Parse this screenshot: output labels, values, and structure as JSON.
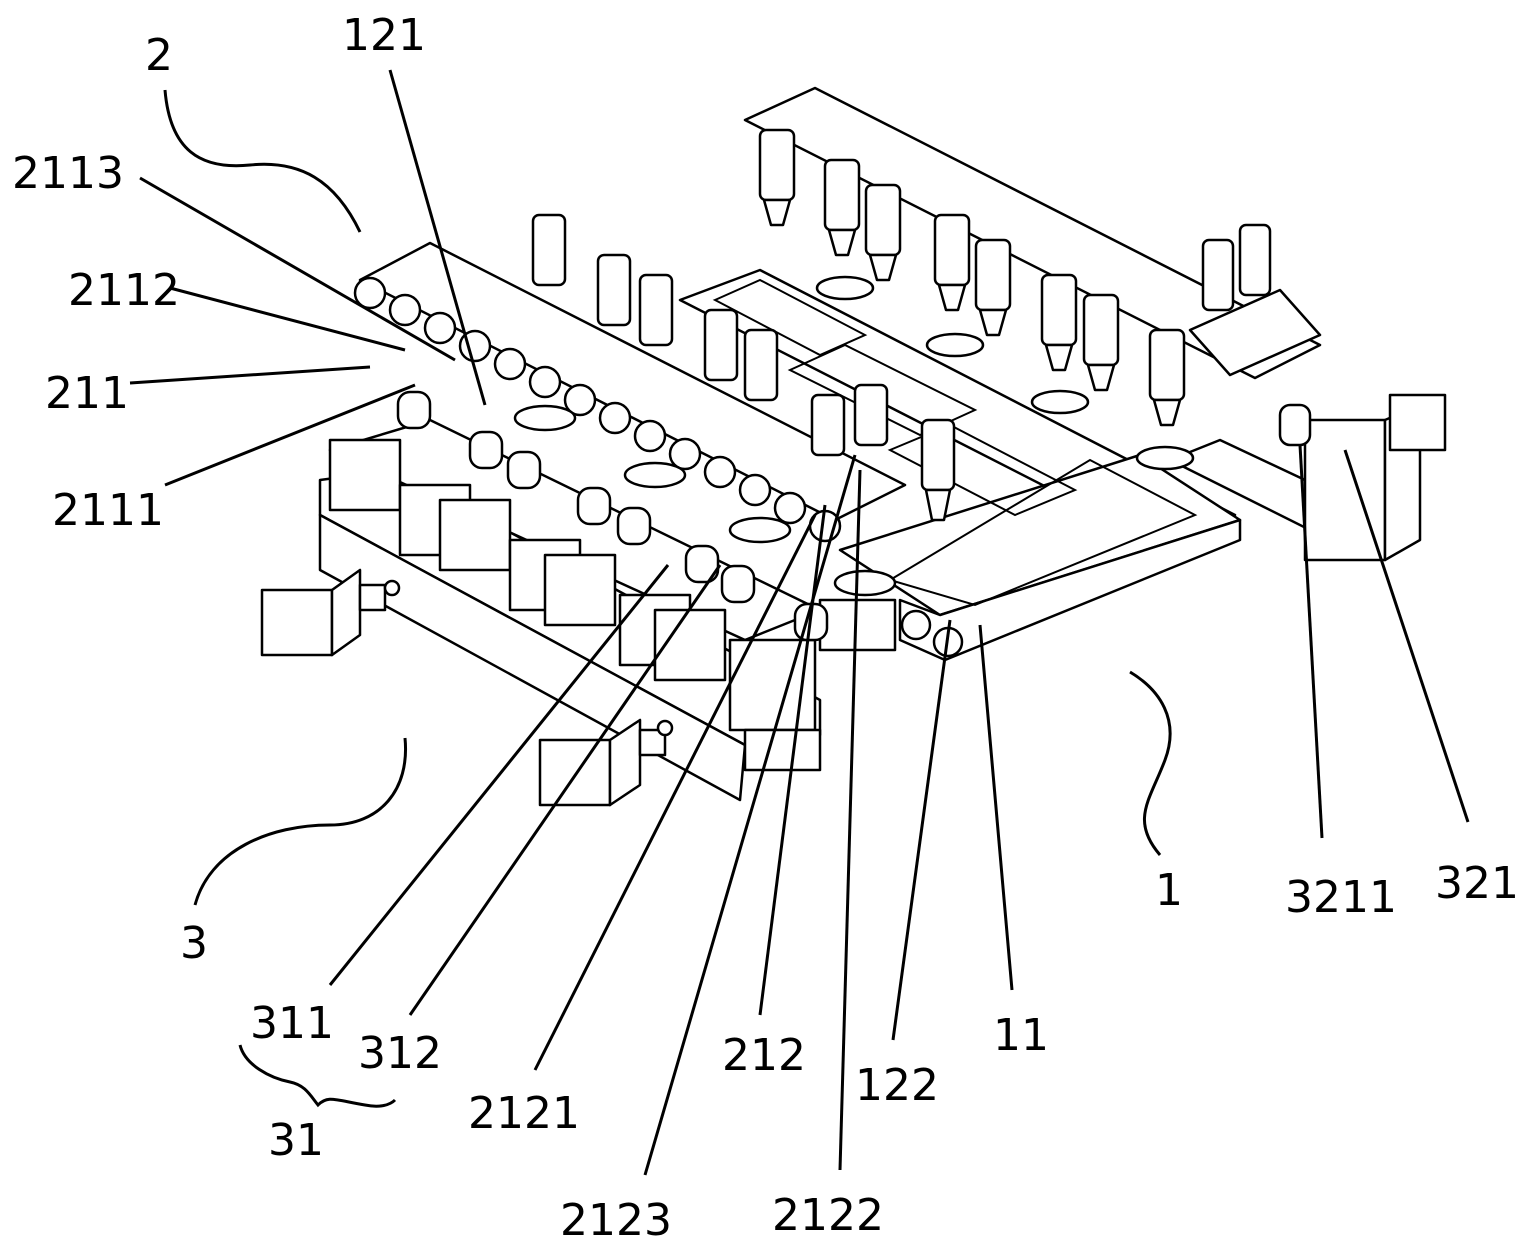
{
  "figure": {
    "kind": "patent-drawing",
    "line_color": "#000000",
    "background": "#ffffff"
  },
  "labels": {
    "l2": "2",
    "l121": "121",
    "l2113": "2113",
    "l2112": "2112",
    "l211": "211",
    "l2111": "2111",
    "l3": "3",
    "l311": "311",
    "l312": "312",
    "l31": "31",
    "l2121": "2121",
    "l2123": "2123",
    "l212": "212",
    "l2122": "2122",
    "l122": "122",
    "l11": "11",
    "l1": "1",
    "l3211": "3211",
    "l321": "321"
  }
}
